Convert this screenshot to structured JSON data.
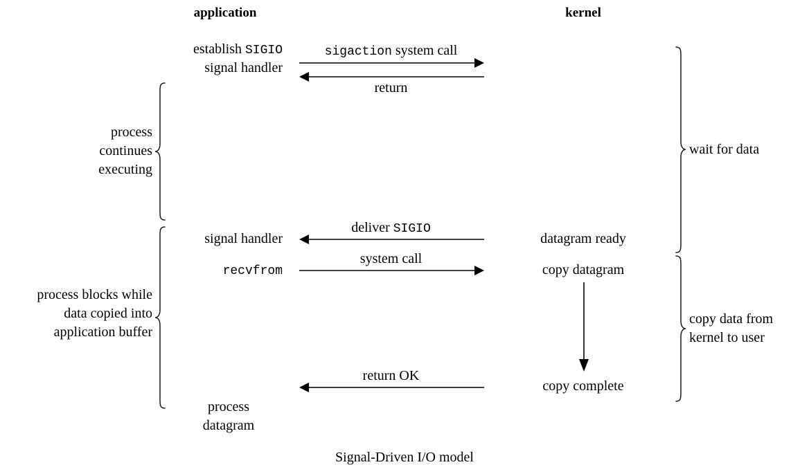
{
  "diagram": {
    "caption": "Signal-Driven I/O model",
    "columns": {
      "application": "application",
      "kernel": "kernel"
    },
    "application_steps": [
      {
        "id": "establish",
        "line1": "establish ",
        "code1": "SIGIO",
        "line2": "signal handler"
      },
      {
        "id": "signal-handler",
        "text": "signal handler"
      },
      {
        "id": "recvfrom",
        "code": "recvfrom"
      },
      {
        "id": "process-datagram",
        "line1": "process",
        "line2": "datagram"
      }
    ],
    "kernel_steps": [
      {
        "id": "datagram-ready",
        "text": "datagram ready"
      },
      {
        "id": "copy-datagram",
        "text": "copy datagram"
      },
      {
        "id": "copy-complete",
        "text": "copy complete"
      }
    ],
    "arrows": [
      {
        "id": "sigaction-system-call",
        "label_plain_prefix": "",
        "label_code": "sigaction",
        "label_plain_suffix": " system call",
        "direction": "right"
      },
      {
        "id": "return",
        "label": "return",
        "direction": "left"
      },
      {
        "id": "deliver-sigio",
        "label_plain_prefix": "deliver ",
        "label_code": "SIGIO",
        "direction": "left"
      },
      {
        "id": "system-call",
        "label": "system call",
        "direction": "right"
      },
      {
        "id": "return-ok",
        "label": "return OK",
        "direction": "left"
      }
    ],
    "braces": [
      {
        "id": "process-continues-executing",
        "side": "left",
        "line1": "process",
        "line2": "continues",
        "line3": "executing"
      },
      {
        "id": "process-blocks",
        "side": "left",
        "line1": "process blocks while",
        "line2": "data copied into",
        "line3": "application buffer"
      },
      {
        "id": "wait-for-data",
        "side": "right",
        "line1": "wait for data"
      },
      {
        "id": "copy-data-from-kernel-to-user",
        "side": "right",
        "line1": "copy data from",
        "line2": "kernel to user"
      }
    ],
    "colors": {
      "ink": "#000000",
      "background": "#ffffff"
    }
  }
}
